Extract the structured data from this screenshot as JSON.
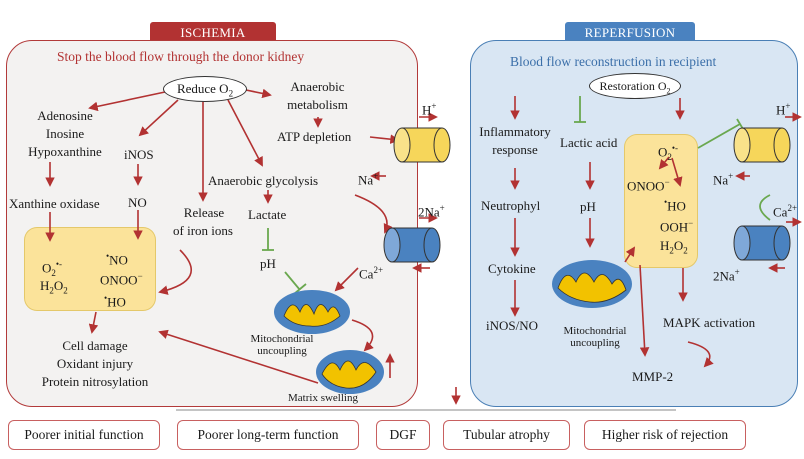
{
  "headers": {
    "ischemia": "ISCHEMIA",
    "reperfusion": "REPERFUSION"
  },
  "ischemia": {
    "subtitle": "Stop the blood flow through the donor kidney",
    "reduce_o2": "Reduce O",
    "adenosine": "Adenosine",
    "inosine": "Inosine",
    "hypoxanthine": "Hypoxanthine",
    "xanthine_oxidase": "Xanthine oxidase",
    "inos": "iNOS",
    "no": "NO",
    "release_iron_1": "Release",
    "release_iron_2": "of iron ions",
    "anaerobic_metab_1": "Anaerobic",
    "anaerobic_metab_2": "metabolism",
    "atp_depletion": "ATP depletion",
    "anaerobic_glycolysis": "Anaerobic glycolysis",
    "lactate": "Lactate",
    "ph": "pH",
    "ros_o2": "O",
    "ros_h2o2_a": "H",
    "ros_h2o2_b": "O",
    "ros_no": "NO",
    "ros_onoo": "ONOO",
    "ros_ho": "HO",
    "cell_damage": "Cell damage",
    "oxidant_injury": "Oxidant injury",
    "protein_nitrosylation": "Protein nitrosylation",
    "mito_label_1": "Mitochondrial",
    "mito_label_2": "uncoupling",
    "matrix_swelling": "Matrix swelling",
    "h_plus": "H",
    "na_plus": "Na",
    "two_na_plus": "2Na",
    "ca_2plus": "Ca"
  },
  "reperfusion": {
    "subtitle": "Blood flow reconstruction in recipient",
    "restoration_o2": "Restoration O",
    "inflammatory_1": "Inflammatory",
    "inflammatory_2": "response",
    "neutrophyl": "Neutrophyl",
    "cytokine": "Cytokine",
    "inos_no": "iNOS/NO",
    "lactic_acid": "Lactic acid",
    "ph": "pH",
    "mito_label_1": "Mitochondrial",
    "mito_label_2": "uncoupling",
    "ros_o2": "O",
    "ros_onoo": "ONOO",
    "ros_ho": "HO",
    "ros_ooh": "OOH",
    "ros_h2o2_a": "H",
    "ros_h2o2_b": "O",
    "mapk": "MAPK activation",
    "mmp2": "MMP-2",
    "h_plus": "H",
    "na_plus": "Na",
    "ca_2plus": "Ca",
    "two_na_plus": "2Na"
  },
  "outcomes": [
    "Poorer initial function",
    "Poorer long-term function",
    "DGF",
    "Tubular atrophy",
    "Higher risk of rejection"
  ],
  "colors": {
    "arrow_red": "#b23232",
    "inhibit_green": "#6aa84f",
    "ros_box": "#fbe39a",
    "reperfusion_bg": "#d9e6f3",
    "channel_yellow": "#f6d65a",
    "channel_blue": "#4a82c0"
  }
}
